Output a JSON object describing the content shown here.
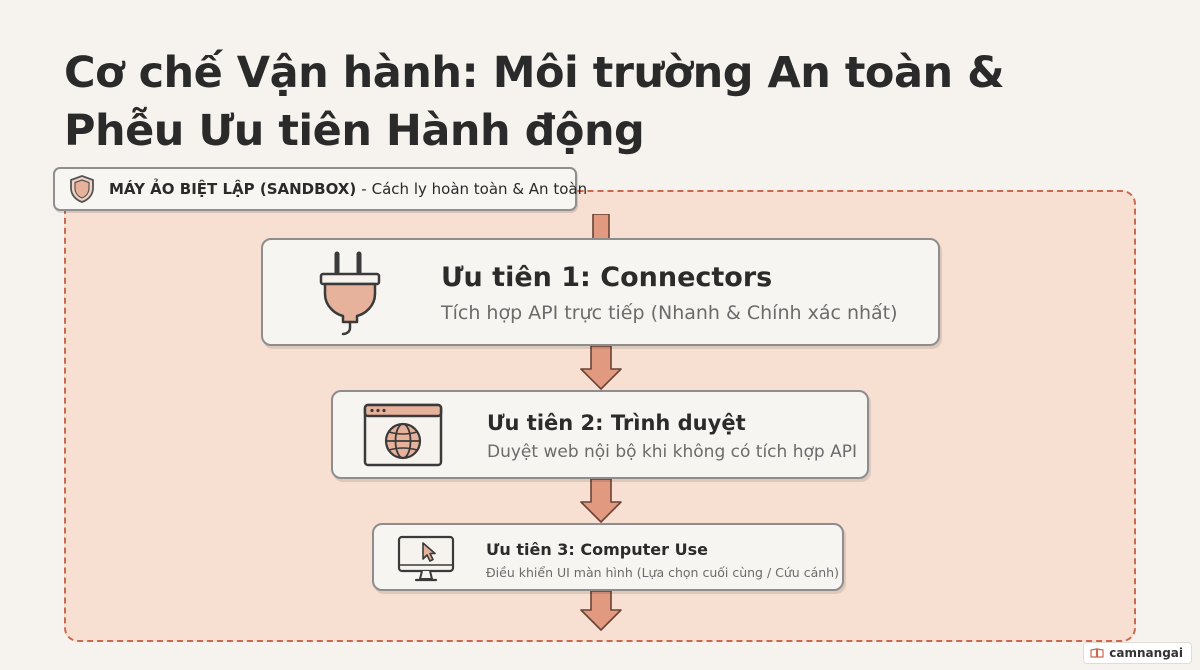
{
  "title": "Cơ chế Vận hành: Môi trường An toàn & Phễu Ưu tiên Hành động",
  "sandbox": {
    "label_bold": "MÁY ẢO BIỆT LẬP (SANDBOX)",
    "label_separator": "-",
    "label_rest": "Cách ly hoàn toàn & An toàn",
    "icon": "shield-icon"
  },
  "steps": [
    {
      "title": "Ưu tiên 1: Connectors",
      "subtitle": "Tích hợp API trực tiếp (Nhanh & Chính xác nhất)",
      "icon": "plug-icon"
    },
    {
      "title": "Ưu tiên 2: Trình duyệt",
      "subtitle": "Duyệt web nội bộ khi không có tích hợp API",
      "icon": "browser-globe-icon"
    },
    {
      "title": "Ưu tiên 3: Computer Use",
      "subtitle": "Điều khiển UI màn hình (Lựa chọn cuối cùng / Cứu cánh)",
      "icon": "monitor-cursor-icon"
    }
  ],
  "colors": {
    "background": "#f6f3ee",
    "sandbox_fill": "#f7dfd2",
    "sandbox_border": "#c96a50",
    "arrow_fill": "#e19a80",
    "card_fill": "#f7f5f1"
  },
  "watermark": {
    "text": "camnangai"
  }
}
